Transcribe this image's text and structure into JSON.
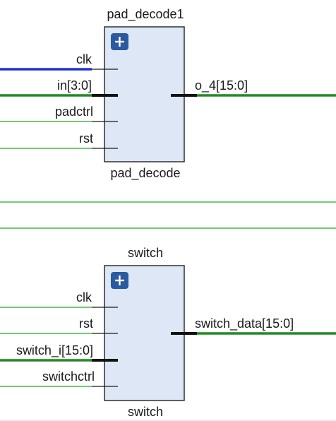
{
  "colors": {
    "block_fill": "#dde7f5",
    "net_green": "#22aa22",
    "net_blue": "#1f33d6",
    "expand_button": "#2b5aa0"
  },
  "icons": {
    "expand": "plus-icon"
  },
  "blocks": [
    {
      "instance_name": "pad_decode1",
      "module_name": "pad_decode",
      "inputs": [
        "clk",
        "in[3:0]",
        "padctrl",
        "rst"
      ],
      "outputs": [
        "o_4[15:0]"
      ]
    },
    {
      "instance_name": "switch",
      "module_name": "switch",
      "inputs": [
        "clk",
        "rst",
        "switch_i[15:0]",
        "switchctrl"
      ],
      "outputs": [
        "switch_data[15:0]"
      ]
    }
  ]
}
